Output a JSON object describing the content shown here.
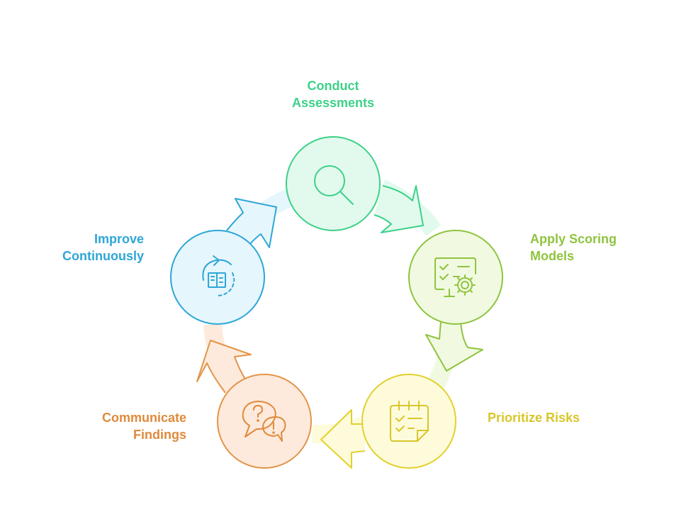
{
  "diagram": {
    "stages": [
      {
        "id": "conduct",
        "label_lines": [
          "Conduct",
          "Assessments"
        ],
        "icon": "magnifier-icon",
        "stroke": "#3dd188",
        "fill": "#e2faee",
        "text_color": "#3dd188"
      },
      {
        "id": "apply",
        "label_lines": [
          "Apply Scoring",
          "Models"
        ],
        "icon": "checklist-gear-icon",
        "stroke": "#8fc43f",
        "fill": "#f1fae1",
        "text_color": "#8fc43f"
      },
      {
        "id": "prioritize",
        "label_lines": [
          "Prioritize Risks"
        ],
        "icon": "calendar-checklist-icon",
        "stroke": "#e2d02e",
        "fill": "#fefbdb",
        "text_color": "#d9c62a"
      },
      {
        "id": "communicate",
        "label_lines": [
          "Communicate",
          "Findings"
        ],
        "icon": "speech-bubbles-icon",
        "stroke": "#e39449",
        "fill": "#fdeadc",
        "text_color": "#e08a3c"
      },
      {
        "id": "improve",
        "label_lines": [
          "Improve",
          "Continuously"
        ],
        "icon": "refresh-chart-icon",
        "stroke": "#2ea6d6",
        "fill": "#e6f6fd",
        "text_color": "#2ea6d6"
      }
    ]
  }
}
